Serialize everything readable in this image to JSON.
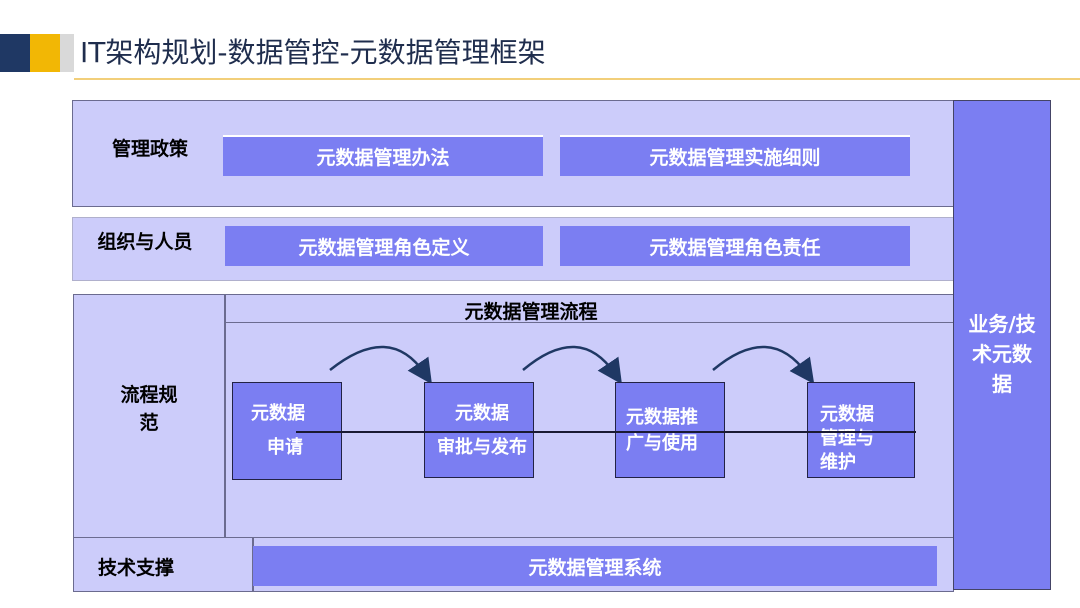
{
  "title": "IT架构规划-数据管控-元数据管理框架",
  "sections": {
    "policy": {
      "label": "管理政策",
      "items": [
        "元数据管理办法",
        "元数据管理实施细则"
      ]
    },
    "org": {
      "label": "组织与人员",
      "items": [
        "元数据管理角色定义",
        "元数据管理角色责任"
      ]
    },
    "process": {
      "label_line1": "流程规",
      "label_line2": "范",
      "header": "元数据管理流程",
      "steps": [
        {
          "line1": "元数据",
          "line2": "申请"
        },
        {
          "line1": "元数据",
          "line2": "审批与发布"
        },
        {
          "line1": "元数据推",
          "line2": "广与使用"
        },
        {
          "line1": "元数据",
          "line2": "管理与",
          "line3": "维护"
        }
      ]
    },
    "tech": {
      "label": "技术支撑",
      "system": "元数据管理系统"
    },
    "side": {
      "line1": "业务/技",
      "line2": "术元数",
      "line3": "据"
    }
  },
  "colors": {
    "panel": "#ccccfa",
    "item": "#7b7ef2",
    "arrow": "#1f3864",
    "title_accent": "#f2b705"
  }
}
